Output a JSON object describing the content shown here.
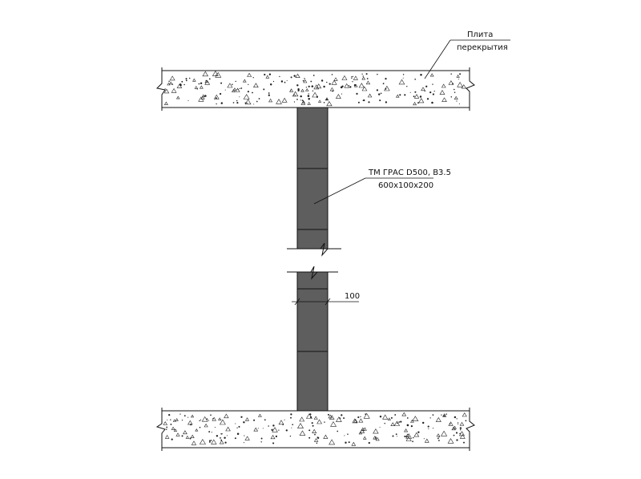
{
  "labels": {
    "slab_line1": "Плита",
    "slab_line2": "перекрытия",
    "block_line1": "ТМ ГРАС D500, В3.5",
    "block_line2": "600х100х200",
    "dimension": "100"
  },
  "colors": {
    "wall": "#5e5e5e",
    "slab": "#ffffff",
    "line": "#111111"
  }
}
